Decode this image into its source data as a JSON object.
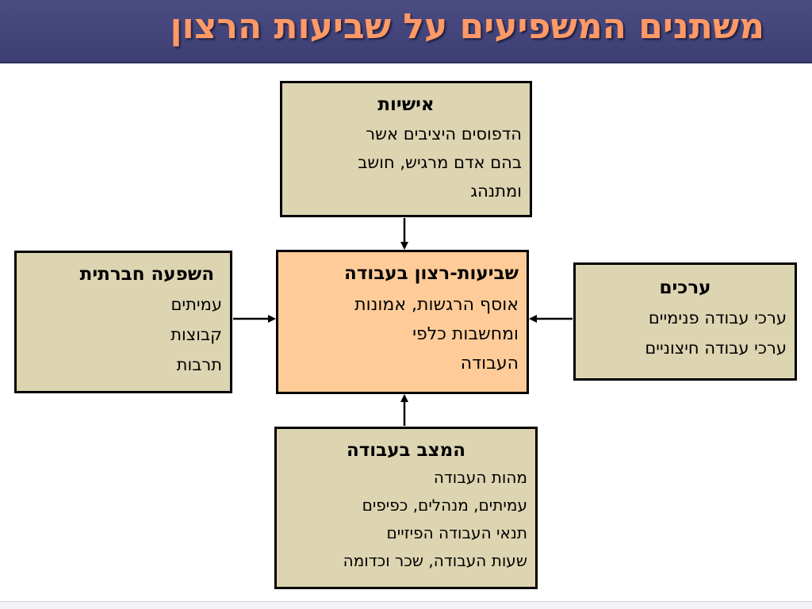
{
  "title": "משתנים המשפיעים על שביעות הרצון",
  "colors": {
    "title_bar": "#3f4178",
    "title_text": "#ff9966",
    "box_fill": "#ddd4b1",
    "center_fill": "#ffcc99",
    "border": "#000000"
  },
  "boxes": {
    "personality": {
      "heading": "אישיות",
      "lines": [
        "הדפוסים היציבים אשר",
        "בהם אדם מרגיש, חושב",
        "ומתנהג"
      ]
    },
    "center": {
      "heading": "שביעות-רצון בעבודה",
      "lines": [
        "אוסף הרגשות, אמונות",
        "ומחשבות כלפי",
        "העבודה"
      ]
    },
    "social": {
      "heading": "השפעה חברתית",
      "lines": [
        "עמיתים",
        "קבוצות",
        "תרבות"
      ]
    },
    "values": {
      "heading": "ערכים",
      "lines": [
        "ערכי עבודה פנימיים",
        "ערכי עבודה חיצוניים"
      ]
    },
    "work": {
      "heading": "המצב בעבודה",
      "lines": [
        "מהות העבודה",
        "עמיתים, מנהלים, כפיפים",
        "תנאי העבודה הפיזיים",
        "שעות העבודה, שכר וכדומה"
      ]
    }
  },
  "connections": [
    {
      "from": "personality",
      "to": "center"
    },
    {
      "from": "social",
      "to": "center"
    },
    {
      "from": "values",
      "to": "center"
    },
    {
      "from": "work",
      "to": "center"
    }
  ]
}
